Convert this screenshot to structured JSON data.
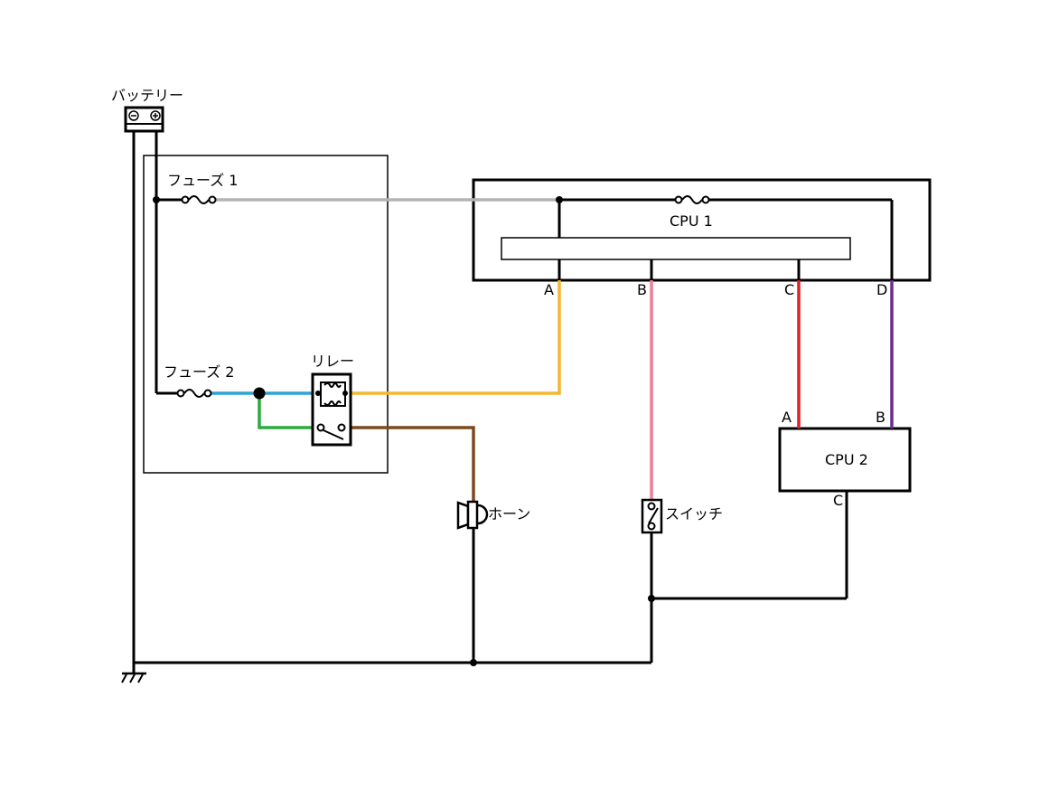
{
  "labels": {
    "battery": "バッテリー",
    "fuse1": "フューズ 1",
    "fuse2": "フューズ 2",
    "relay": "リレー",
    "cpu1": "CPU 1",
    "cpu2": "CPU 2",
    "horn": "ホーン",
    "switch": "スイッチ"
  },
  "cpu1_pins": [
    "A",
    "B",
    "C",
    "D"
  ],
  "cpu2_pins": [
    "A",
    "B",
    "C"
  ],
  "battery_terminals": {
    "negative": "⊖",
    "positive": "⊕"
  },
  "wire_colors": {
    "fuse1_line": "#b3b3b3",
    "fuse2_to_relay": "#2fa3d6",
    "relay_coil_feed": "#2eaa3e",
    "relay_to_cpu1_a": "#f5b731",
    "relay_to_horn": "#7b4a1e",
    "cpu1_b_to_switch": "#ee7f97",
    "cpu1_c_to_cpu2_a": "#e01e25",
    "cpu1_d_to_cpu2_b": "#6a2c91",
    "ground": "#000000"
  }
}
